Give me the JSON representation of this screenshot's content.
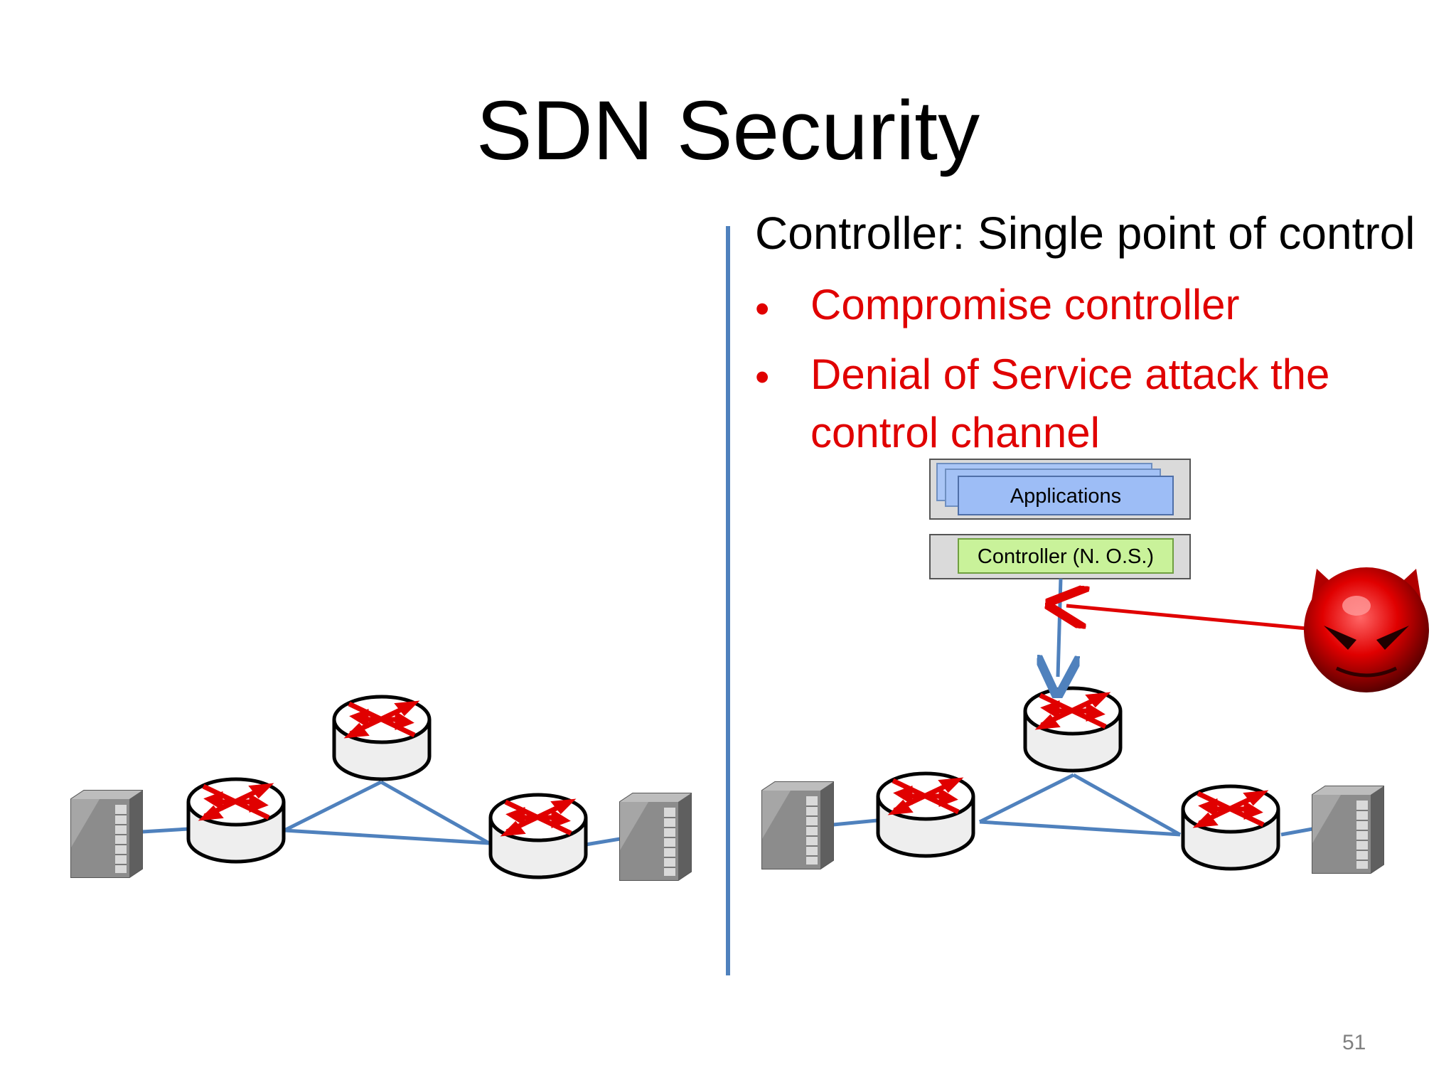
{
  "title": "SDN Security",
  "right_panel": {
    "heading": "Controller: Single point of control",
    "bullets": [
      {
        "marker": "•",
        "text": "Compromise controller"
      },
      {
        "marker": "•",
        "text": "Denial of Service attack the control channel"
      }
    ]
  },
  "controller_stack": {
    "applications_label": "Applications",
    "controller_label": "Controller (N. O.S.)"
  },
  "page_number": "51",
  "colors": {
    "link": "#4f81bd",
    "attack": "#e00000",
    "applications_fill": "#9dbdf6",
    "controller_fill": "#c9f29a",
    "divider": "#4f81bd"
  },
  "icons": [
    "server-icon",
    "router-icon",
    "devil-attacker-icon"
  ]
}
